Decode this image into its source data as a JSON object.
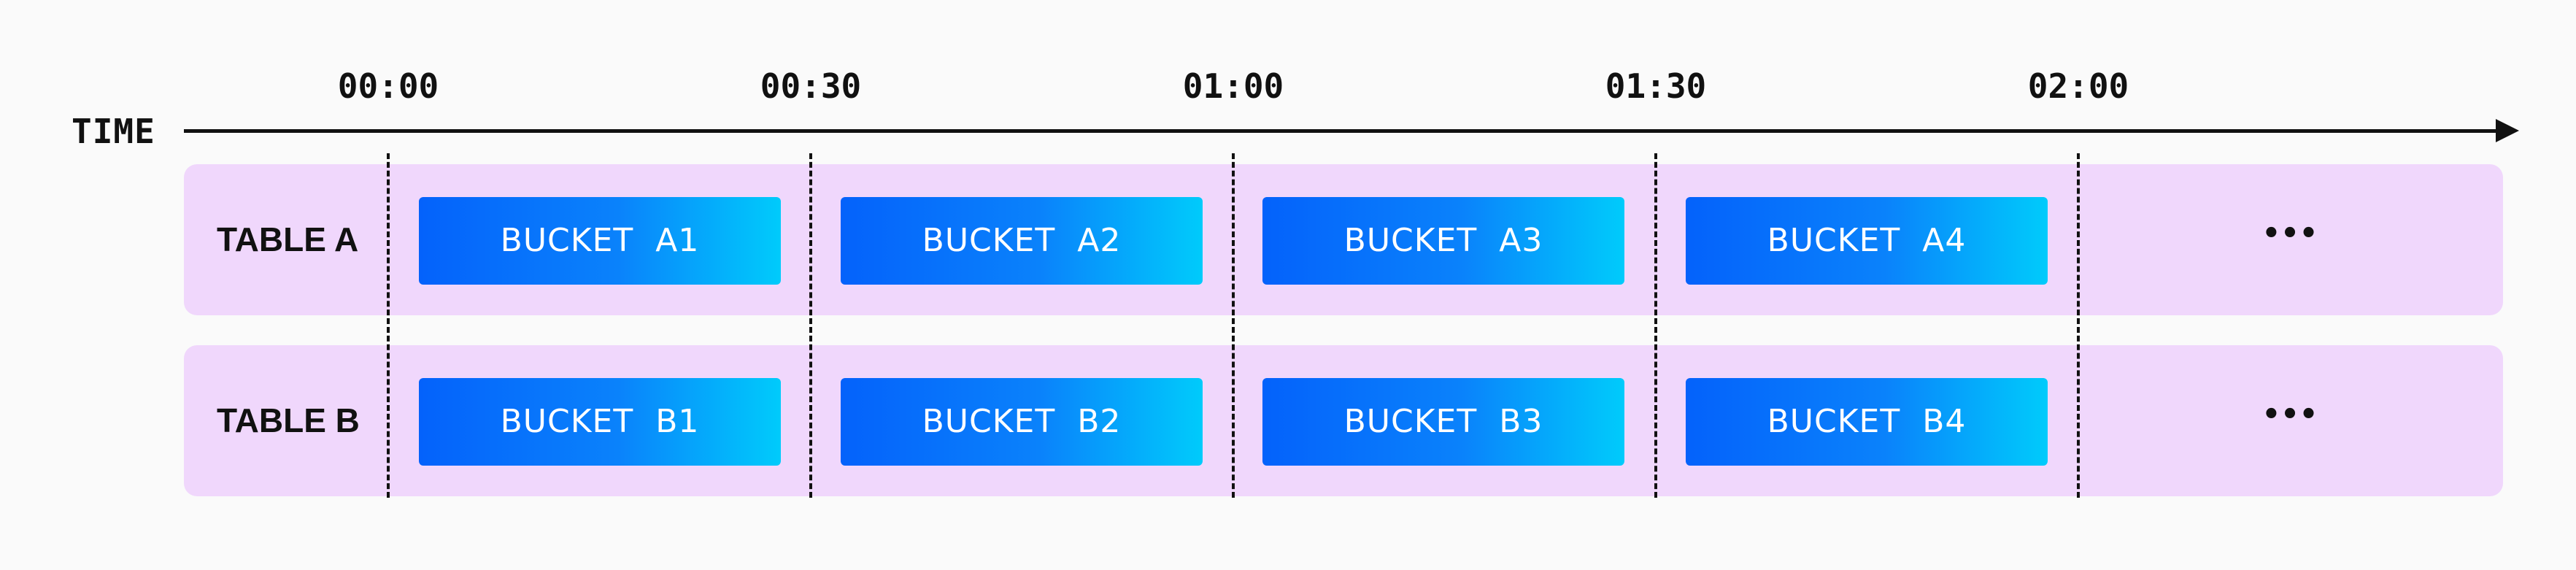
{
  "axis": {
    "label": "TIME",
    "ticks": [
      "00:00",
      "00:30",
      "01:00",
      "01:30",
      "02:00"
    ]
  },
  "rows": [
    {
      "label": "TABLE A",
      "buckets": [
        "BUCKET  A1",
        "BUCKET  A2",
        "BUCKET  A3",
        "BUCKET  A4"
      ],
      "more": "•••"
    },
    {
      "label": "TABLE B",
      "buckets": [
        "BUCKET  B1",
        "BUCKET  B2",
        "BUCKET  B3",
        "BUCKET  B4"
      ],
      "more": "•••"
    }
  ],
  "colors": {
    "row_background": "#f0d7fc",
    "bucket_gradient_start": "#0462fb",
    "bucket_gradient_end": "#00cbfb",
    "axis": "#111111",
    "background": "#fafafa"
  }
}
